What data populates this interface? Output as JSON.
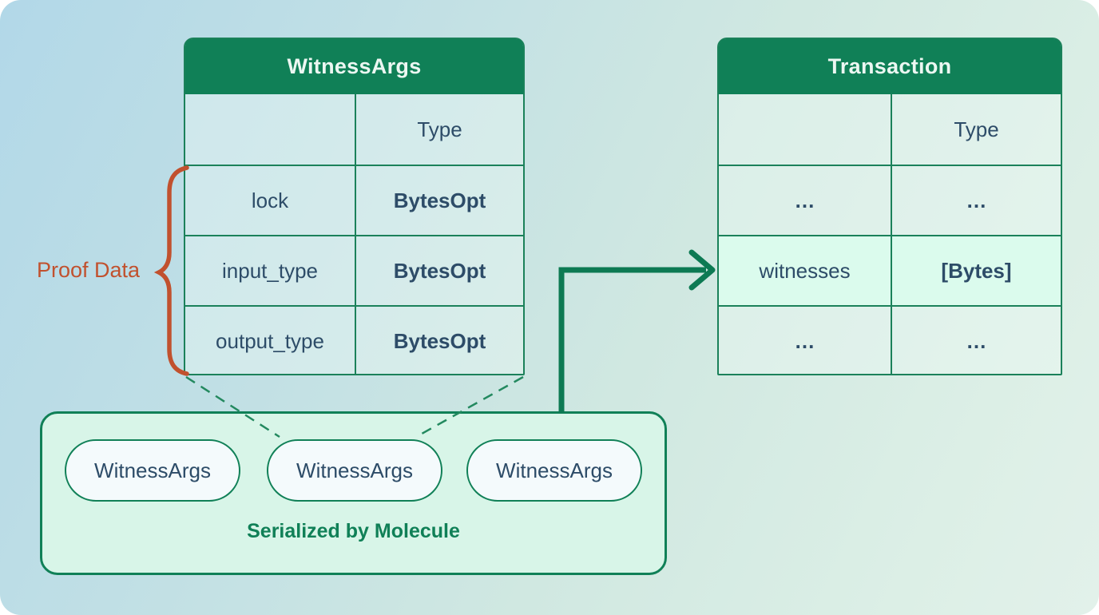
{
  "diagram": {
    "proof_data_label": "Proof Data",
    "witness_table": {
      "title": "WitnessArgs",
      "type_header": "Type",
      "rows": [
        {
          "field": "lock",
          "type": "BytesOpt"
        },
        {
          "field": "input_type",
          "type": "BytesOpt"
        },
        {
          "field": "output_type",
          "type": "BytesOpt"
        }
      ]
    },
    "transaction_table": {
      "title": "Transaction",
      "type_header": "Type",
      "rows": [
        {
          "field": "…",
          "type": "…"
        },
        {
          "field": "witnesses",
          "type": "[Bytes]",
          "highlighted": true
        },
        {
          "field": "…",
          "type": "…"
        }
      ]
    },
    "serialized_box": {
      "pills": [
        "WitnessArgs",
        "WitnessArgs",
        "WitnessArgs"
      ],
      "caption": "Serialized by Molecule"
    },
    "colors": {
      "header_green": "#108057",
      "border_green": "#1b815a",
      "arrow_green": "#0d7a53",
      "text_dark": "#2d4c68",
      "accent_orange": "#c1512e",
      "highlight_mint": "#dbfbed"
    }
  }
}
